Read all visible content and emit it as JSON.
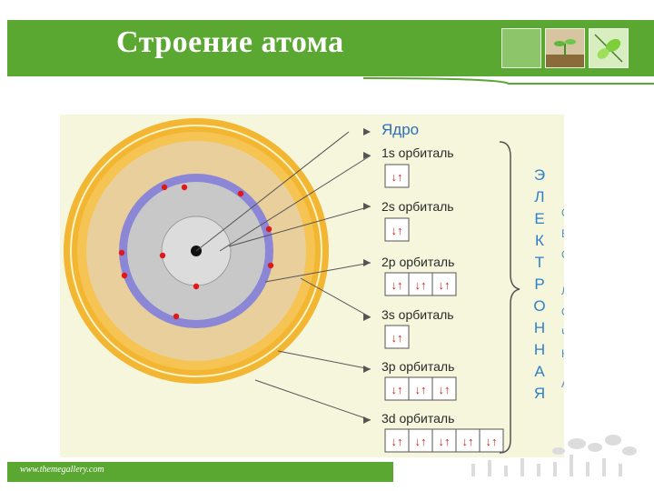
{
  "slide": {
    "title": "Строение атома",
    "footer": "www.themegallery.com",
    "colors": {
      "header": "#5aa832",
      "accent": "#2f7fc7"
    }
  },
  "diagram": {
    "nucleus_label": "Ядро",
    "orbitals": [
      {
        "label": "1s орбиталь",
        "cells": 1,
        "arrows": "↓↑"
      },
      {
        "label": "2s орбиталь",
        "cells": 1,
        "arrows": "↓↑"
      },
      {
        "label": "2p орбиталь",
        "cells": 3,
        "arrows": "↓↑"
      },
      {
        "label": "3s орбиталь",
        "cells": 1,
        "arrows": "↓↑"
      },
      {
        "label": "3p орбиталь",
        "cells": 3,
        "arrows": "↓↑"
      },
      {
        "label": "3d орбиталь",
        "cells": 5,
        "arrows": "↓↑"
      }
    ],
    "shell_word_letters": [
      "Э",
      "Л",
      "Е",
      "К",
      "Т",
      "Р",
      "О",
      "Н",
      "Н",
      "А",
      "Я"
    ],
    "shell_word_faded": [
      "О",
      "Б",
      "О",
      "Л",
      "О",
      "Ч",
      "К",
      "А"
    ]
  }
}
